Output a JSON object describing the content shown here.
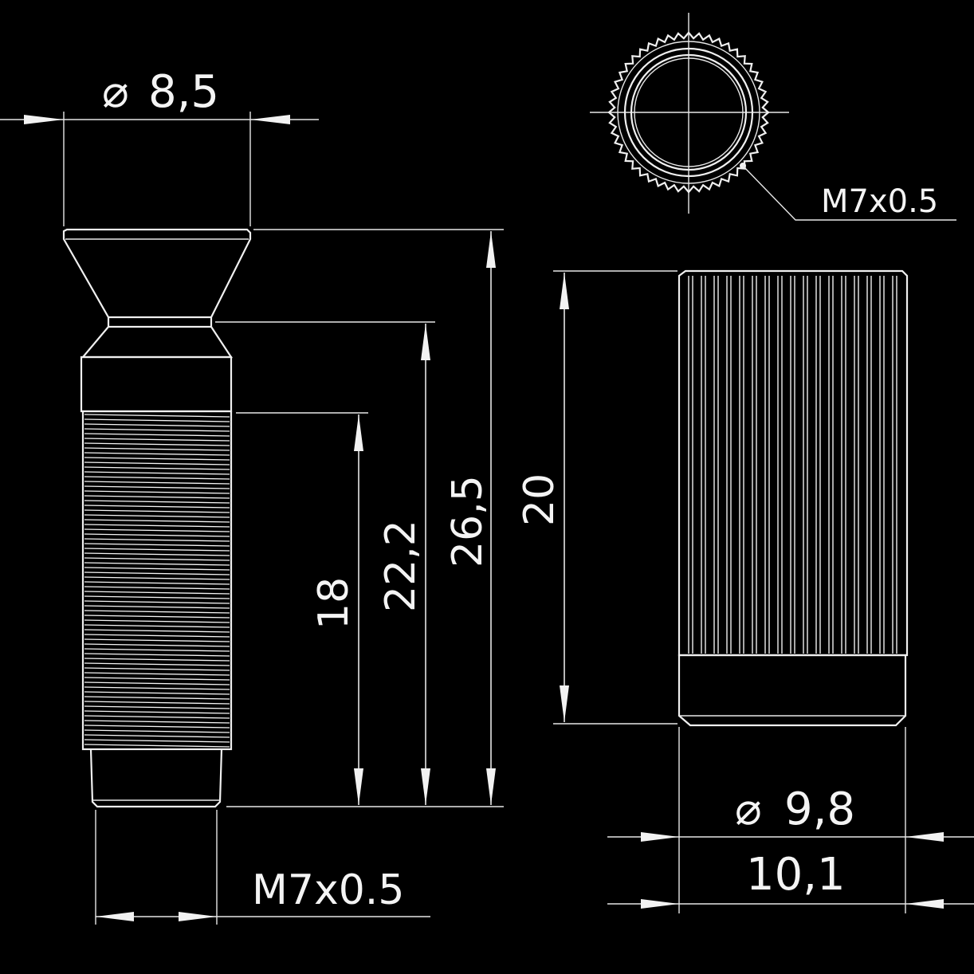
{
  "dimensions": {
    "head_diameter": "8,5",
    "thread_spec_bolt": "M7x0.5",
    "thread_length": "18",
    "length_22": "22,2",
    "length_26": "26,5",
    "nut_height": "20",
    "nut_thread_spec": "M7x0.5",
    "nut_inner_diameter": "9,8",
    "nut_outer_width": "10,1"
  },
  "symbols": {
    "diameter": "⌀"
  }
}
